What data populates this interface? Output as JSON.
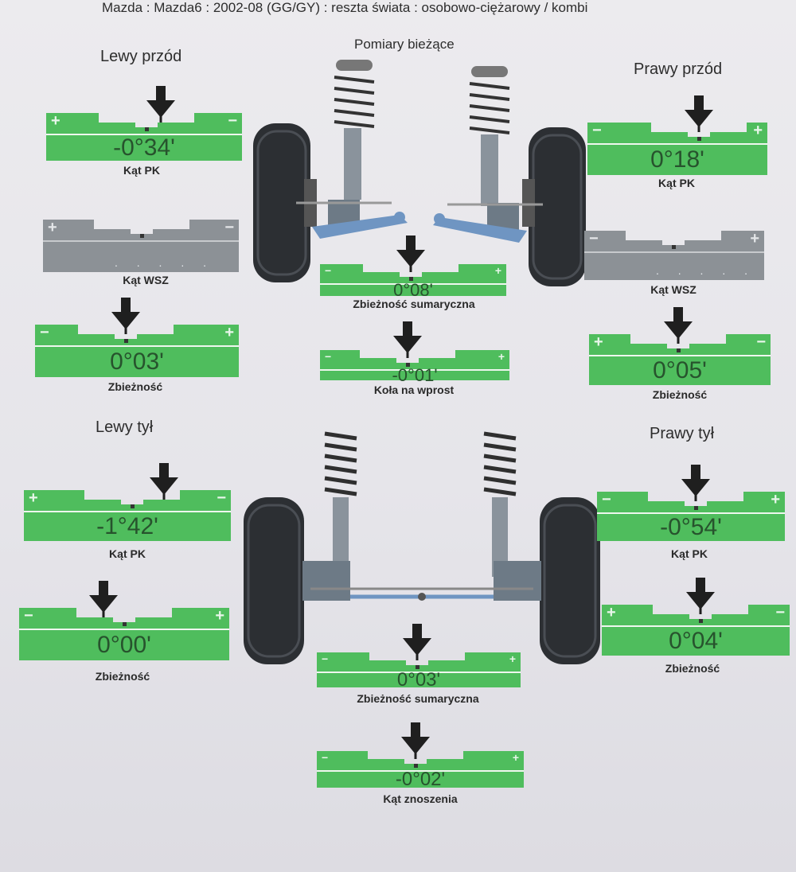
{
  "header": {
    "vehicle": "Mazda : Mazda6 : 2002-08 (GG/GY) : reszta świata : osobowo-ciężarowy / kombi",
    "subtitle": "Pomiary bieżące"
  },
  "front": {
    "left_title": "Lewy przód",
    "right_title": "Prawy przód",
    "left_camber": {
      "value": "-0°34'",
      "caption": "Kąt PK"
    },
    "right_camber": {
      "value": "0°18'",
      "caption": "Kąt PK"
    },
    "left_sai": {
      "value": "",
      "caption": "Kąt WSZ"
    },
    "right_sai": {
      "value": "",
      "caption": "Kąt WSZ"
    },
    "left_toe": {
      "value": "0°03'",
      "caption": "Zbieżność"
    },
    "right_toe": {
      "value": "0°05'",
      "caption": "Zbieżność"
    },
    "total_toe": {
      "value": "0°08'",
      "caption": "Zbieżność sumaryczna"
    },
    "setback": {
      "value": "-0°01'",
      "caption": "Koła na wprost"
    }
  },
  "rear": {
    "left_title": "Lewy tył",
    "right_title": "Prawy tył",
    "left_camber": {
      "value": "-1°42'",
      "caption": "Kąt PK"
    },
    "right_camber": {
      "value": "-0°54'",
      "caption": "Kąt PK"
    },
    "left_toe": {
      "value": "0°00'",
      "caption": "Zbieżność"
    },
    "right_toe": {
      "value": "0°04'",
      "caption": "Zbieżność"
    },
    "total_toe": {
      "value": "0°03'",
      "caption": "Zbieżność sumaryczna"
    },
    "thrust": {
      "value": "-0°02'",
      "caption": "Kąt znoszenia"
    }
  },
  "colors": {
    "gauge_green": "#4fbd5d",
    "gauge_grey": "#8c9196",
    "value_text": "#27532d",
    "arrow": "#1f1f1f"
  },
  "icons": {
    "arrow": "down-arrow-pointer-icon",
    "front_suspension": "front-suspension-diagram",
    "rear_suspension": "rear-suspension-diagram"
  }
}
